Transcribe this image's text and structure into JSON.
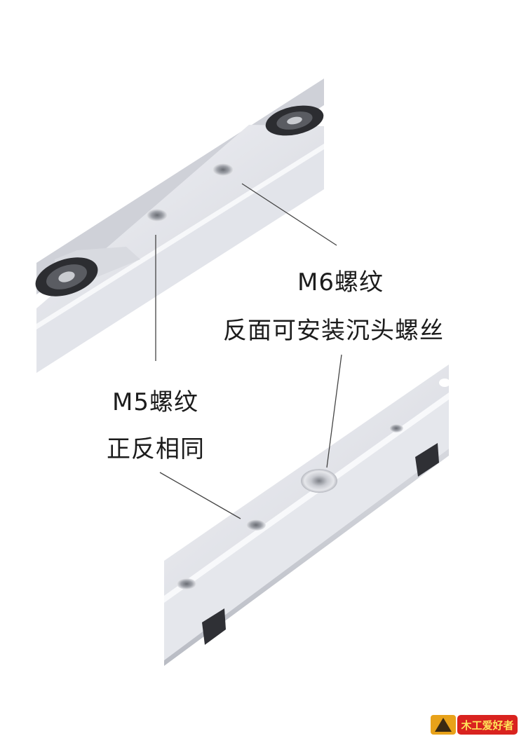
{
  "callouts": {
    "m6": {
      "title": "M6螺纹",
      "description": "反面可安装沉头螺丝"
    },
    "m5": {
      "title": "M5螺纹",
      "description": "正反相同"
    }
  },
  "watermark": {
    "text": "木工爱好者"
  },
  "colors": {
    "background": "#ffffff",
    "rail_face": "#dfe0e6",
    "rail_top": "#eceef3",
    "rail_side": "#c3c6ce",
    "leader_line": "#444444",
    "label_text": "#1c1c1c"
  }
}
